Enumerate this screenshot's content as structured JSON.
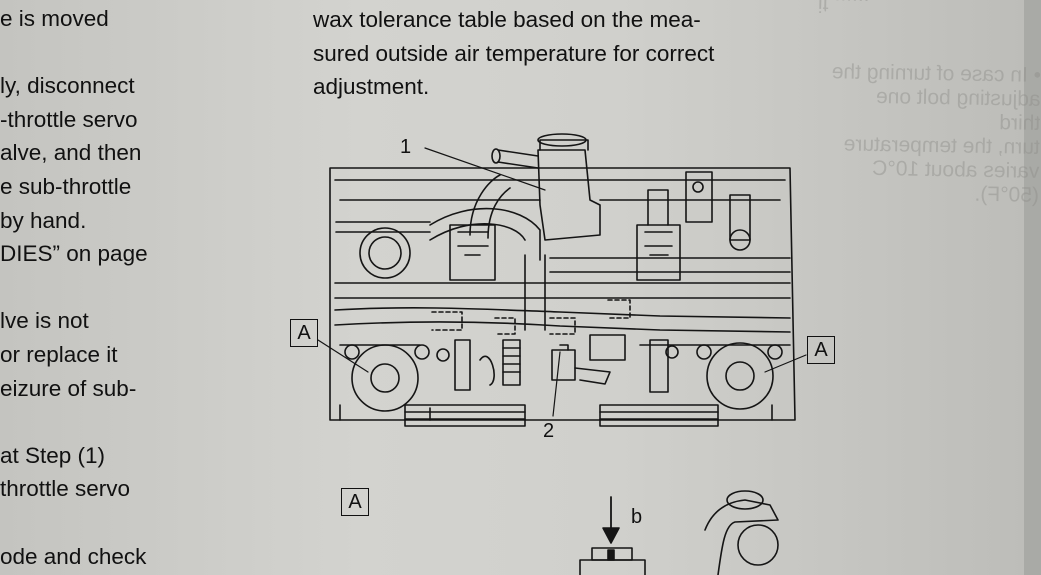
{
  "left_column": {
    "lines": [
      "e is moved",
      "",
      "ly, disconnect",
      "-throttle servo",
      "alve, and then",
      "e sub-throttle",
      " by hand.",
      "DIES” on page",
      "",
      "lve is not",
      "or replace it",
      "eizure of sub-",
      "",
      " at Step (1)",
      "throttle servo",
      "",
      "ode and check"
    ]
  },
  "right_column": {
    "lines": [
      "wax tolerance table based on the mea-",
      "sured outside air temperature for correct",
      "adjustment."
    ]
  },
  "bleed_through": {
    "lines": [
      "• In case of turning the adjusting bolt one third",
      "turn, the temperature varies about 10°C",
      "(50°F)."
    ]
  },
  "figure": {
    "callout_1": "1",
    "callout_2": "2",
    "callout_b": "b",
    "label_A_left": "A",
    "label_A_right": "A",
    "label_A_lower": "A"
  }
}
